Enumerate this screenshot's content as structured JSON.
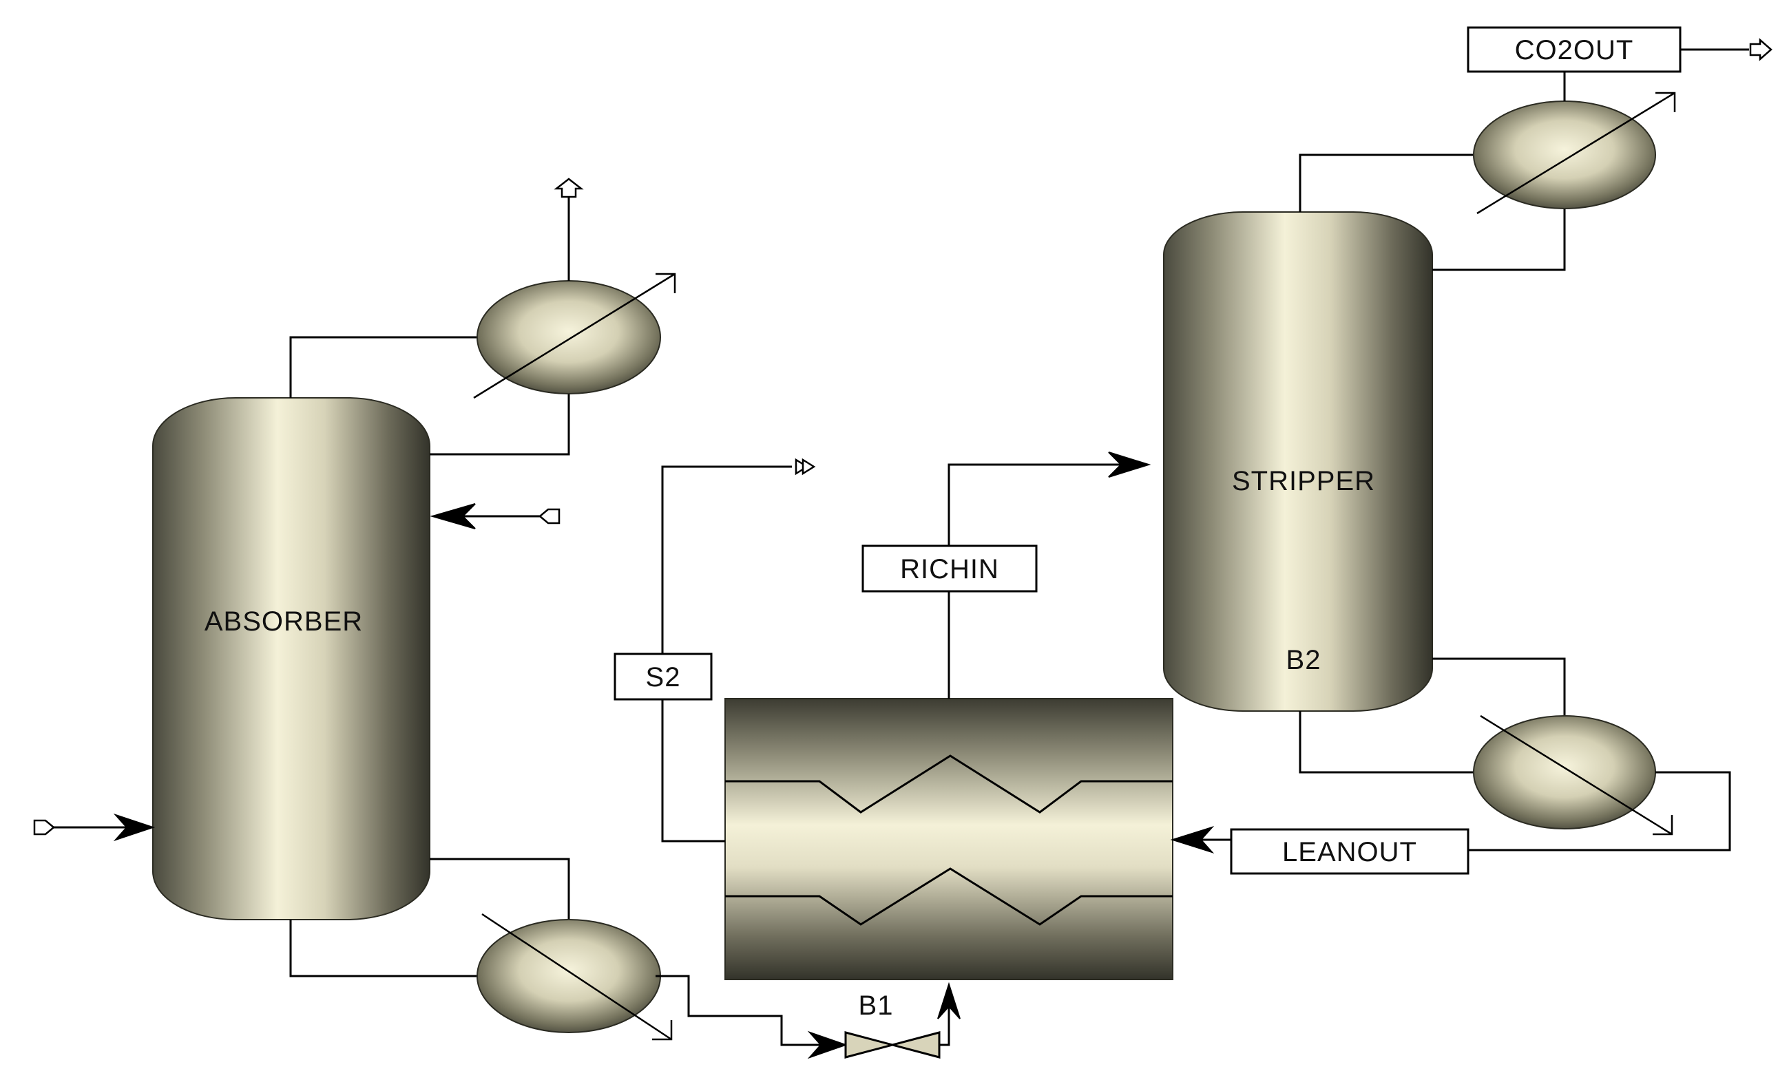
{
  "blocks": {
    "absorber": "ABSORBER",
    "stripper": "STRIPPER",
    "stripper_id": "B2",
    "valve_id": "B1"
  },
  "streams": {
    "co2out": "CO2OUT",
    "richin": "RICHIN",
    "s2": "S2",
    "leanout": "LEANOUT"
  },
  "icons": [
    "absorber-column-icon",
    "stripper-column-icon",
    "condenser-icon",
    "reboiler-icon",
    "heat-exchanger-icon",
    "valve-icon",
    "stream-arrow-icon"
  ],
  "colors": {
    "vessel_light": "#f4f1d8",
    "vessel_dark": "#3a3a30",
    "line": "#000000"
  }
}
